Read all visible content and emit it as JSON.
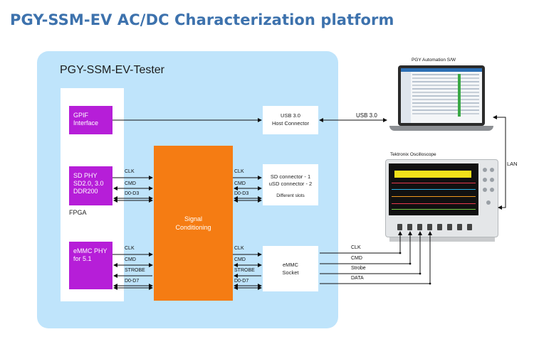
{
  "title": "PGY-SSM-EV AC/DC Characterization platform",
  "tester": {
    "title": "PGY-SSM-EV-Tester"
  },
  "fpga": {
    "label": "FPGA"
  },
  "blocks": {
    "gpif": "GPIF\nInterface",
    "sdphy": "SD PHY\nSD2.0, 3.0\nDDR200",
    "emmcphy": "eMMC PHY\nfor 5.1",
    "signal": "Signal\nConditioning",
    "usb_host": "USB 3.0\nHost Connector",
    "sd_connector_1": "SD connector - 1",
    "usd_connector_2": "uSD connector - 2",
    "different_slots": "Different slots",
    "emmc_socket": "eMMC\nSocket"
  },
  "signals": {
    "sd": [
      "CLK",
      "CMD",
      "D0-D3"
    ],
    "emmc": [
      "CLK",
      "CMD",
      "STROBE",
      "D0-D7"
    ],
    "probes": [
      "CLK",
      "CMD",
      "Strobe",
      "DATA"
    ]
  },
  "links": {
    "usb": "USB 3.0",
    "lan": "LAN"
  },
  "laptop": {
    "label": "PGY Automation S/W"
  },
  "oscilloscope": {
    "label": "Tektronix Oscilloscope"
  },
  "colors": {
    "title": "#3d72ad",
    "panel": "#bfe4fb",
    "phy": "#b61ed8",
    "signal": "#f57c13"
  }
}
